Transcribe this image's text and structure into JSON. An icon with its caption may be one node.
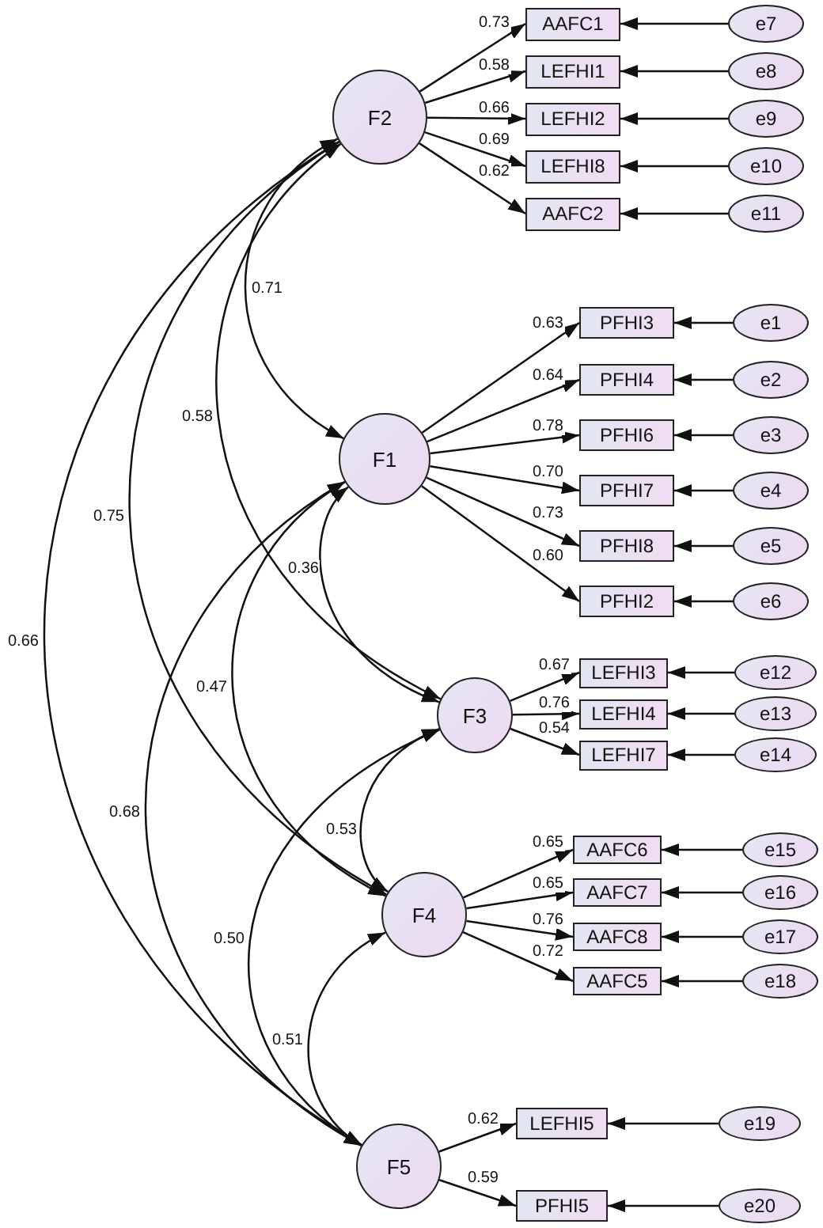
{
  "diagram": {
    "nodes": [
      {
        "text": [
          "F2"
        ]
      },
      {
        "text": [
          "AAFC1"
        ]
      },
      {
        "text": [
          "e7"
        ]
      },
      {
        "text": [
          "LEFHI1"
        ]
      },
      {
        "text": [
          "e8"
        ]
      },
      {
        "text": [
          "LEFHI2"
        ]
      },
      {
        "text": [
          "e9"
        ]
      },
      {
        "text": [
          "LEFHI8"
        ]
      },
      {
        "text": [
          "e10"
        ]
      },
      {
        "text": [
          "AAFC2"
        ]
      },
      {
        "text": [
          "e11"
        ]
      },
      {
        "text": [
          "F1"
        ]
      },
      {
        "text": [
          "PFHI3"
        ]
      },
      {
        "text": [
          "e1"
        ]
      },
      {
        "text": [
          "PFHI4"
        ]
      },
      {
        "text": [
          "e2"
        ]
      },
      {
        "text": [
          "PFHI6"
        ]
      },
      {
        "text": [
          "e3"
        ]
      },
      {
        "text": [
          "PFHI7"
        ]
      },
      {
        "text": [
          "e4"
        ]
      },
      {
        "text": [
          "PFHI8"
        ]
      },
      {
        "text": [
          "e5"
        ]
      },
      {
        "text": [
          "PFHI2"
        ]
      },
      {
        "text": [
          "e6"
        ]
      },
      {
        "text": [
          "F3"
        ]
      },
      {
        "text": [
          "LEFHI3"
        ]
      },
      {
        "text": [
          "e12"
        ]
      },
      {
        "text": [
          "LEFHI4"
        ]
      },
      {
        "text": [
          "e13"
        ]
      },
      {
        "text": [
          "LEFHI7"
        ]
      },
      {
        "text": [
          "e14"
        ]
      },
      {
        "text": [
          "F4"
        ]
      },
      {
        "text": [
          "AAFC6"
        ]
      },
      {
        "text": [
          "e15"
        ]
      },
      {
        "text": [
          "AAFC7"
        ]
      },
      {
        "text": [
          "e16"
        ]
      },
      {
        "text": [
          "AAFC8"
        ]
      },
      {
        "text": [
          "e17"
        ]
      },
      {
        "text": [
          "AAFC5"
        ]
      },
      {
        "text": [
          "e18"
        ]
      },
      {
        "text": [
          "F5"
        ]
      },
      {
        "text": [
          "LEFHI5"
        ]
      },
      {
        "text": [
          "e19"
        ]
      },
      {
        "text": [
          "PFHI5"
        ]
      },
      {
        "text": [
          "e20"
        ]
      }
    ],
    "edges": [
      {
        "from": 0,
        "to": 1,
        "arrow": "to",
        "label": "0.73"
      },
      {
        "from": 0,
        "to": 3,
        "arrow": "to",
        "label": "0.58"
      },
      {
        "from": 0,
        "to": 5,
        "arrow": "to",
        "label": "0.66"
      },
      {
        "from": 0,
        "to": 7,
        "arrow": "to",
        "label": "0.69"
      },
      {
        "from": 0,
        "to": 9,
        "arrow": "to",
        "label": "0.62"
      },
      {
        "from": 2,
        "to": 1,
        "arrow": "to"
      },
      {
        "from": 4,
        "to": 3,
        "arrow": "to"
      },
      {
        "from": 6,
        "to": 5,
        "arrow": "to"
      },
      {
        "from": 8,
        "to": 7,
        "arrow": "to"
      },
      {
        "from": 10,
        "to": 9,
        "arrow": "to"
      },
      {
        "from": 11,
        "to": 12,
        "arrow": "to",
        "label": "0.63"
      },
      {
        "from": 11,
        "to": 14,
        "arrow": "to",
        "label": "0.64"
      },
      {
        "from": 11,
        "to": 16,
        "arrow": "to",
        "label": "0.78"
      },
      {
        "from": 11,
        "to": 18,
        "arrow": "to",
        "label": "0.70"
      },
      {
        "from": 11,
        "to": 20,
        "arrow": "to",
        "label": "0.73"
      },
      {
        "from": 11,
        "to": 22,
        "arrow": "to",
        "label": "0.60"
      },
      {
        "from": 13,
        "to": 12,
        "arrow": "to"
      },
      {
        "from": 15,
        "to": 14,
        "arrow": "to"
      },
      {
        "from": 17,
        "to": 16,
        "arrow": "to"
      },
      {
        "from": 19,
        "to": 18,
        "arrow": "to"
      },
      {
        "from": 21,
        "to": 20,
        "arrow": "to"
      },
      {
        "from": 23,
        "to": 22,
        "arrow": "to"
      },
      {
        "from": 24,
        "to": 25,
        "arrow": "to",
        "label": "0.67"
      },
      {
        "from": 24,
        "to": 27,
        "arrow": "to",
        "label": "0.76"
      },
      {
        "from": 24,
        "to": 29,
        "arrow": "to",
        "label": "0.54"
      },
      {
        "from": 26,
        "to": 25,
        "arrow": "to"
      },
      {
        "from": 28,
        "to": 27,
        "arrow": "to"
      },
      {
        "from": 30,
        "to": 29,
        "arrow": "to"
      },
      {
        "from": 31,
        "to": 32,
        "arrow": "to",
        "label": "0.65"
      },
      {
        "from": 31,
        "to": 34,
        "arrow": "to",
        "label": "0.65"
      },
      {
        "from": 31,
        "to": 36,
        "arrow": "to",
        "label": "0.76"
      },
      {
        "from": 31,
        "to": 38,
        "arrow": "to",
        "label": "0.72"
      },
      {
        "from": 33,
        "to": 32,
        "arrow": "to"
      },
      {
        "from": 35,
        "to": 34,
        "arrow": "to"
      },
      {
        "from": 37,
        "to": 36,
        "arrow": "to"
      },
      {
        "from": 39,
        "to": 38,
        "arrow": "to"
      },
      {
        "from": 40,
        "to": 41,
        "arrow": "to",
        "label": "0.62"
      },
      {
        "from": 40,
        "to": 43,
        "arrow": "to",
        "label": "0.59"
      },
      {
        "from": 42,
        "to": 41,
        "arrow": "to"
      },
      {
        "from": 44,
        "to": 43,
        "arrow": "to"
      },
      {
        "from": 0,
        "to": 11,
        "arrow": "both",
        "label": "0.71"
      },
      {
        "from": 0,
        "to": 24,
        "arrow": "both",
        "label": "0.58"
      },
      {
        "from": 0,
        "to": 31,
        "arrow": "both",
        "label": "0.75"
      },
      {
        "from": 0,
        "to": 40,
        "arrow": "both",
        "label": "0.66"
      },
      {
        "from": 11,
        "to": 24,
        "arrow": "both",
        "label": "0.36"
      },
      {
        "from": 11,
        "to": 31,
        "arrow": "both",
        "label": "0.47"
      },
      {
        "from": 11,
        "to": 40,
        "arrow": "both",
        "label": "0.68"
      },
      {
        "from": 24,
        "to": 31,
        "arrow": "both",
        "label": "0.53"
      },
      {
        "from": 24,
        "to": 40,
        "arrow": "both",
        "label": "0.50"
      },
      {
        "from": 31,
        "to": 40,
        "arrow": "both",
        "label": "0.51"
      }
    ]
  }
}
